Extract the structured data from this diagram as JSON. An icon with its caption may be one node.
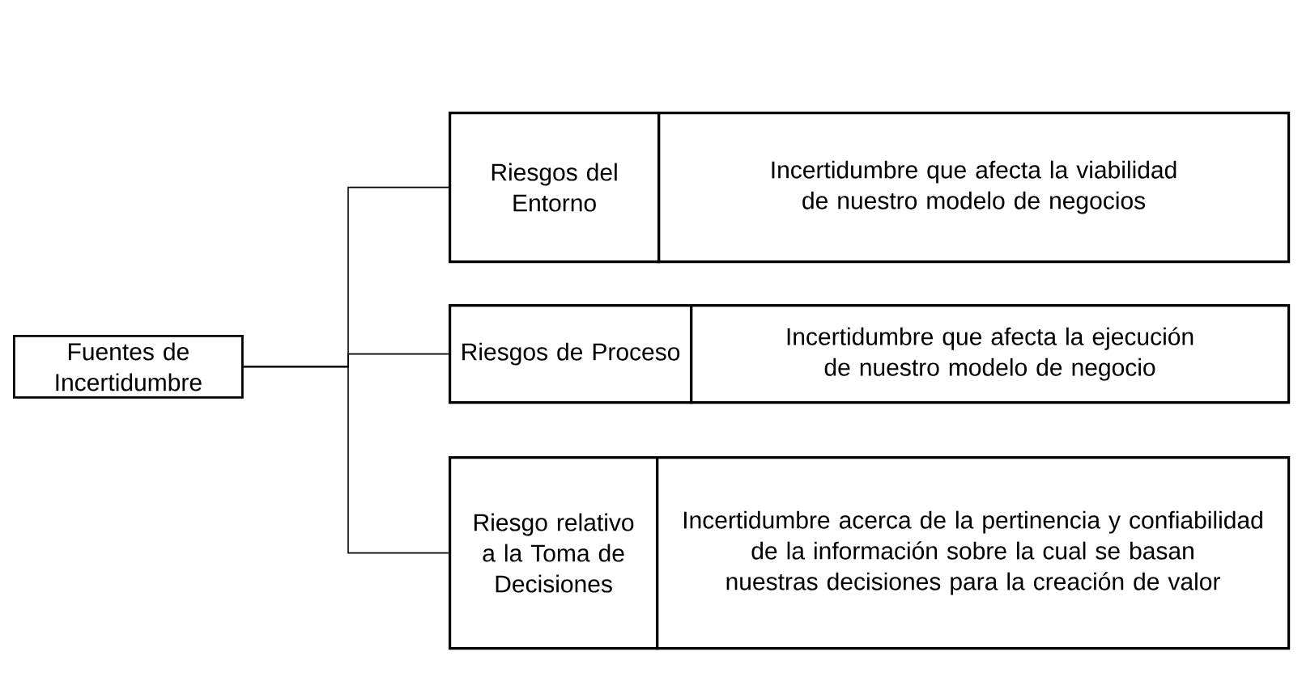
{
  "diagram": {
    "nodes": [
      {
        "text": [
          "Fuentes de Incertidumbre"
        ]
      },
      {
        "text": [
          "Riesgos del Entorno"
        ]
      },
      {
        "text": [
          "Incertidumbre que afecta la viabilidad de nuestro modelo de negocios"
        ]
      },
      {
        "text": [
          "Riesgos de Proceso"
        ]
      },
      {
        "text": [
          "Incertidumbre que afecta la ejecución de nuestro modelo de negocio"
        ]
      },
      {
        "text": [
          "Riesgo relativo a la Toma de Decisiones"
        ]
      },
      {
        "text": [
          "Incertidumbre acerca de la pertinencia y confiabilidad de la información sobre la cual se basan nuestras decisiones para la creación de valor"
        ]
      }
    ],
    "edges": [
      {
        "from": 0,
        "to": 1,
        "arrow": "none"
      },
      {
        "from": 0,
        "to": 3,
        "arrow": "none"
      },
      {
        "from": 0,
        "to": 5,
        "arrow": "none"
      }
    ]
  }
}
